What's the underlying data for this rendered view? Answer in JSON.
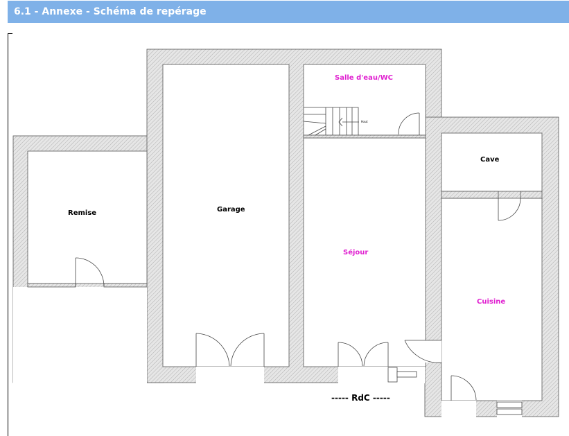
{
  "header": {
    "title": "6.1 - Annexe - Schéma de repérage"
  },
  "plan": {
    "level_label": "----- RdC -----",
    "stair_label": "Haut",
    "rooms": {
      "remise": "Remise",
      "garage": "Garage",
      "salle_eau": "Salle d'eau/WC",
      "sejour": "Séjour",
      "cave": "Cave",
      "cuisine": "Cuisine"
    },
    "colors": {
      "header_bg": "#7fb1e8",
      "wall": "#d6d6d6",
      "highlight_label": "#e020d0"
    }
  }
}
